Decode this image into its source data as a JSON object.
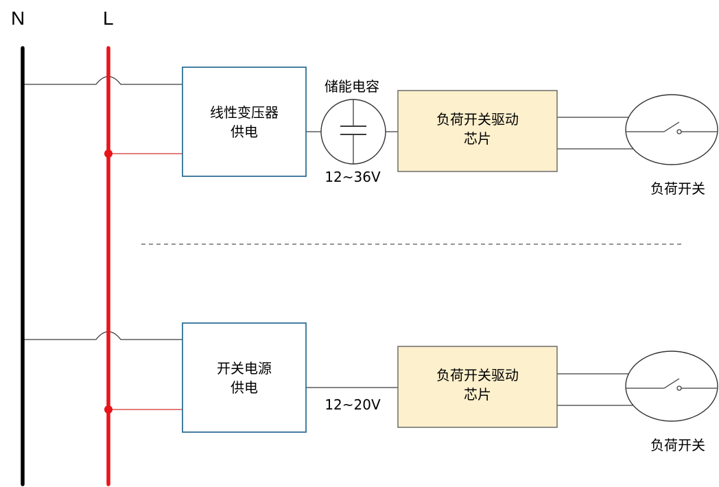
{
  "rails": {
    "neutral_label": "N",
    "line_label": "L",
    "neutral_color": "#000000",
    "line_color": "#e8141a"
  },
  "top_circuit": {
    "supply_box": {
      "line1": "线性变压器",
      "line2": "供电"
    },
    "capacitor_label": "储能电容",
    "voltage_label": "12~36V",
    "driver_box": {
      "line1": "负荷开关驱动",
      "line2": "芯片"
    },
    "switch_label": "负荷开关"
  },
  "bottom_circuit": {
    "supply_box": {
      "line1": "开关电源",
      "line2": "供电"
    },
    "voltage_label": "12~20V",
    "driver_box": {
      "line1": "负荷开关驱动",
      "line2": "芯片"
    },
    "switch_label": "负荷开关"
  },
  "colors": {
    "supply_box_border": "#2f6f98",
    "driver_box_fill": "#fdf0cc",
    "junction_dot": "#e8141a"
  }
}
